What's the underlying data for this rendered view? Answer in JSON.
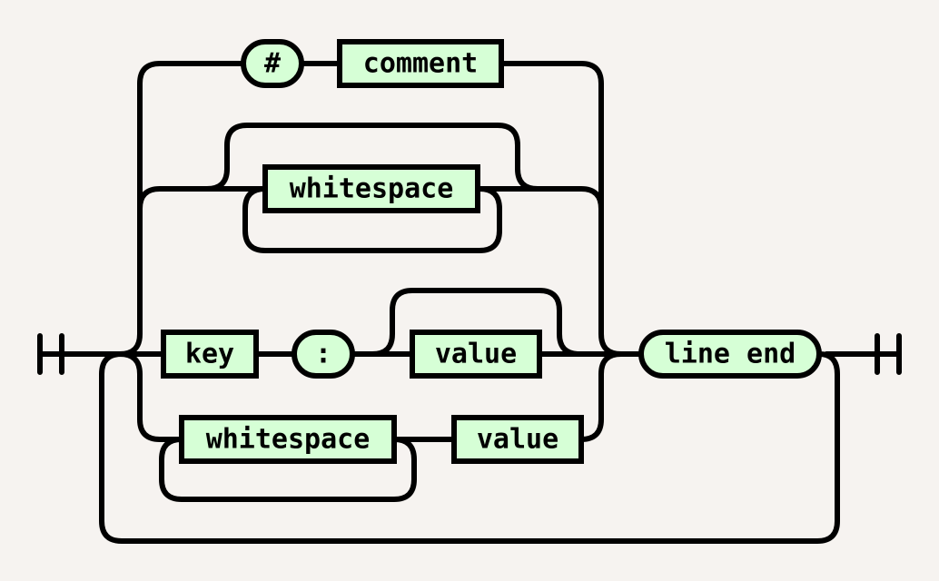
{
  "diagram": {
    "colors": {
      "background": "#f6f3f0",
      "node_fill": "#d6ffd6",
      "line": "#000000"
    },
    "nodes": {
      "hash": "#",
      "comment": "comment",
      "whitespace_top": "whitespace",
      "key": "key",
      "colon": ":",
      "value_mid": "value",
      "line_end": "line end",
      "whitespace_bottom": "whitespace",
      "value_bottom": "value"
    },
    "node_kinds": {
      "hash": "terminal",
      "comment": "nonterminal",
      "whitespace_top": "nonterminal",
      "key": "nonterminal",
      "colon": "terminal",
      "value_mid": "nonterminal",
      "line_end": "terminal",
      "whitespace_bottom": "nonterminal",
      "value_bottom": "nonterminal"
    },
    "edges": [
      [
        "start",
        "hash"
      ],
      [
        "hash",
        "comment"
      ],
      [
        "comment",
        "line_end"
      ],
      [
        "start",
        "whitespace_top"
      ],
      [
        "whitespace_top",
        "whitespace_top"
      ],
      [
        "whitespace_top",
        "line_end"
      ],
      [
        "start",
        "key"
      ],
      [
        "key",
        "colon"
      ],
      [
        "colon",
        "value_mid"
      ],
      [
        "value_mid",
        "line_end"
      ],
      [
        "start",
        "whitespace_bottom"
      ],
      [
        "whitespace_bottom",
        "whitespace_bottom"
      ],
      [
        "whitespace_bottom",
        "value_bottom"
      ],
      [
        "value_bottom",
        "line_end"
      ],
      [
        "line_end",
        "start"
      ],
      [
        "line_end",
        "end"
      ]
    ]
  }
}
